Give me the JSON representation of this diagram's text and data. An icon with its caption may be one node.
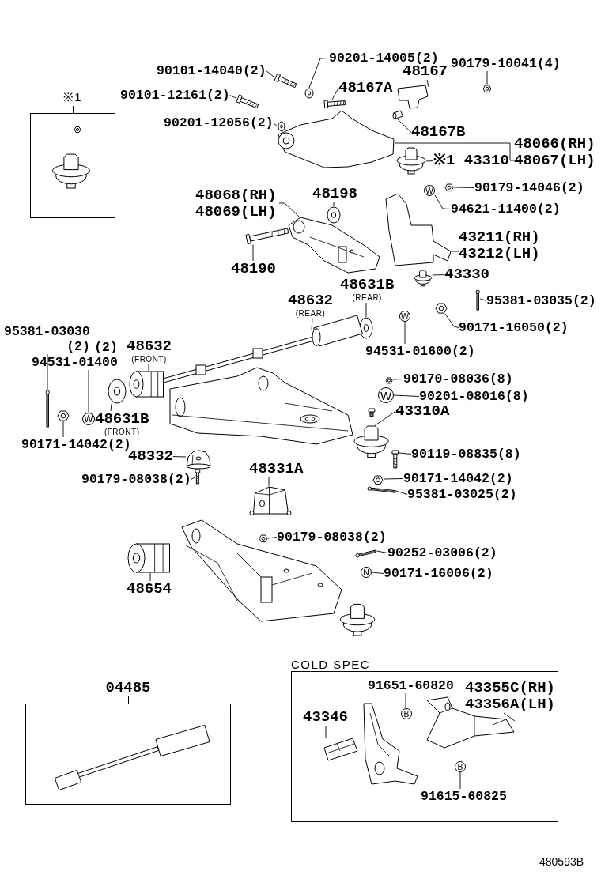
{
  "diagram": {
    "nodes": [
      {
        "text": [
          "※1"
        ]
      },
      {
        "text": [
          "90101-14040(2)"
        ]
      },
      {
        "text": [
          "90101-12161(2)"
        ]
      },
      {
        "text": [
          "90201-12056(2)"
        ]
      },
      {
        "text": [
          "90201-14005(2)"
        ]
      },
      {
        "text": [
          "90179-10041(4)"
        ]
      },
      {
        "text": [
          "48167"
        ]
      },
      {
        "text": [
          "48167A"
        ]
      },
      {
        "text": [
          "48167B"
        ]
      },
      {
        "text": [
          "48066(RH) 48067(LH)"
        ]
      },
      {
        "text": [
          "※1 43310"
        ]
      },
      {
        "text": [
          "90179-14046(2)"
        ]
      },
      {
        "text": [
          "94621-11400(2)"
        ]
      },
      {
        "text": [
          "48068(RH) 48069(LH)"
        ]
      },
      {
        "text": [
          "48198"
        ]
      },
      {
        "text": [
          "43211(RH) 43212(LH)"
        ]
      },
      {
        "text": [
          "48190"
        ]
      },
      {
        "text": [
          "43330"
        ]
      },
      {
        "text": [
          "48631B",
          "(REAR)"
        ]
      },
      {
        "text": [
          "48632",
          "(REAR)"
        ]
      },
      {
        "text": [
          "95381-03035(2)"
        ]
      },
      {
        "text": [
          "90171-16050(2)"
        ]
      },
      {
        "text": [
          "94531-01600(2)"
        ]
      },
      {
        "text": [
          "90170-08036(8)"
        ]
      },
      {
        "text": [
          "90201-08016(8)"
        ]
      },
      {
        "text": [
          "43310A"
        ]
      },
      {
        "text": [
          "90119-08835(8)"
        ]
      },
      {
        "text": [
          "90171-14042(2)"
        ]
      },
      {
        "text": [
          "95381-03025(2)"
        ]
      },
      {
        "text": [
          "(2)",
          "94531-01400"
        ]
      },
      {
        "text": [
          "48632",
          "(FRONT)"
        ]
      },
      {
        "text": [
          "95381-03030",
          "(2)"
        ]
      },
      {
        "text": [
          "48631B",
          "(FRONT)"
        ]
      },
      {
        "text": [
          "90171-14042(2)"
        ]
      },
      {
        "text": [
          "48332"
        ]
      },
      {
        "text": [
          "90179-08038(2)"
        ]
      },
      {
        "text": [
          "48331A"
        ]
      },
      {
        "text": [
          "90179-08038(2)"
        ]
      },
      {
        "text": [
          "90252-03006(2)"
        ]
      },
      {
        "text": [
          "90171-16006(2)"
        ]
      },
      {
        "text": [
          "48654"
        ]
      },
      {
        "text": [
          "04485"
        ]
      },
      {
        "text": [
          "COLD SPEC"
        ]
      },
      {
        "text": [
          "91651-60820"
        ],
        "in": 42
      },
      {
        "text": [
          "43355C(RH) 43356A(LH)"
        ],
        "in": 42
      },
      {
        "text": [
          "43346"
        ],
        "in": 42
      },
      {
        "text": [
          "91615-60825"
        ],
        "in": 42
      },
      {
        "text": [],
        "shape": "picture"
      },
      {
        "text": [],
        "shape": "picture"
      },
      {
        "text": [],
        "shape": "picture"
      },
      {
        "text": [],
        "shape": "picture"
      },
      {
        "text": [],
        "shape": "picture"
      },
      {
        "text": [],
        "shape": "picture"
      },
      {
        "text": [],
        "shape": "picture"
      },
      {
        "text": [],
        "shape": "picture"
      },
      {
        "text": [],
        "shape": "picture"
      },
      {
        "text": [],
        "shape": "picture"
      },
      {
        "text": [],
        "shape": "picture"
      },
      {
        "text": [
          "W"
        ]
      },
      {
        "text": [],
        "shape": "picture"
      },
      {
        "text": [],
        "shape": "picture"
      },
      {
        "text": [],
        "shape": "picture"
      },
      {
        "text": [],
        "shape": "picture"
      },
      {
        "text": [],
        "shape": "picture"
      },
      {
        "text": [],
        "shape": "picture"
      },
      {
        "text": [],
        "shape": "picture"
      },
      {
        "text": [],
        "shape": "picture"
      },
      {
        "text": [],
        "shape": "picture"
      },
      {
        "text": [
          "W"
        ]
      },
      {
        "text": [],
        "shape": "picture"
      },
      {
        "text": [
          "W"
        ]
      },
      {
        "text": [],
        "shape": "picture"
      },
      {
        "text": [],
        "shape": "picture"
      },
      {
        "text": [],
        "shape": "picture"
      },
      {
        "text": [],
        "shape": "picture"
      },
      {
        "text": [
          "W"
        ]
      },
      {
        "text": [],
        "shape": "picture"
      },
      {
        "text": [],
        "shape": "picture"
      },
      {
        "text": [],
        "shape": "picture"
      },
      {
        "text": [],
        "shape": "picture"
      },
      {
        "text": [],
        "shape": "picture"
      },
      {
        "text": [],
        "shape": "picture"
      },
      {
        "text": [],
        "shape": "picture"
      },
      {
        "text": [],
        "shape": "picture"
      },
      {
        "text": [],
        "shape": "picture"
      },
      {
        "text": [
          "N"
        ]
      },
      {
        "text": [],
        "shape": "picture"
      },
      {
        "text": [
          "B"
        ],
        "in": 42
      },
      {
        "text": [],
        "shape": "picture",
        "in": 42
      },
      {
        "text": [],
        "shape": "picture",
        "in": 42
      },
      {
        "text": [
          "B"
        ],
        "in": 42
      },
      {
        "text": [],
        "shape": "picture",
        "in": 42
      },
      {
        "text": [],
        "shape": "picture"
      }
    ],
    "edges": [
      {
        "from": 1,
        "to": 47,
        "arrow": "none"
      },
      {
        "from": 2,
        "to": 48,
        "arrow": "none"
      },
      {
        "from": 3,
        "to": 49,
        "arrow": "none"
      },
      {
        "from": 4,
        "to": 50,
        "arrow": "none"
      },
      {
        "from": 5,
        "to": 51,
        "arrow": "none"
      },
      {
        "from": 6,
        "to": 52,
        "arrow": "none"
      },
      {
        "from": 7,
        "to": 53,
        "arrow": "none"
      },
      {
        "from": 8,
        "to": 54,
        "arrow": "none"
      },
      {
        "from": 9,
        "to": 55,
        "arrow": "none"
      },
      {
        "from": 10,
        "to": 56,
        "arrow": "none"
      },
      {
        "from": 11,
        "to": 57,
        "arrow": "none"
      },
      {
        "from": 12,
        "to": 58,
        "arrow": "none"
      },
      {
        "from": 13,
        "to": 59,
        "arrow": "none"
      },
      {
        "from": 14,
        "to": 60,
        "arrow": "none"
      },
      {
        "from": 15,
        "to": 61,
        "arrow": "none"
      },
      {
        "from": 16,
        "to": 62,
        "arrow": "none"
      },
      {
        "from": 17,
        "to": 63,
        "arrow": "none"
      },
      {
        "from": 18,
        "to": 64,
        "arrow": "none"
      },
      {
        "from": 19,
        "to": 65,
        "arrow": "none"
      },
      {
        "from": 20,
        "to": 66,
        "arrow": "none"
      },
      {
        "from": 21,
        "to": 67,
        "arrow": "none"
      },
      {
        "from": 22,
        "to": 68,
        "arrow": "none"
      },
      {
        "from": 23,
        "to": 69,
        "arrow": "none"
      },
      {
        "from": 24,
        "to": 70,
        "arrow": "none"
      },
      {
        "from": 25,
        "to": 71,
        "arrow": "none"
      },
      {
        "from": 26,
        "to": 72,
        "arrow": "none"
      },
      {
        "from": 27,
        "to": 73,
        "arrow": "none"
      },
      {
        "from": 28,
        "to": 74,
        "arrow": "none"
      },
      {
        "from": 29,
        "to": 75,
        "arrow": "none"
      },
      {
        "from": 30,
        "to": 76,
        "arrow": "none"
      },
      {
        "from": 31,
        "to": 77,
        "arrow": "none"
      },
      {
        "from": 32,
        "to": 78,
        "arrow": "none"
      },
      {
        "from": 33,
        "to": 79,
        "arrow": "none"
      },
      {
        "from": 34,
        "to": 80,
        "arrow": "none"
      },
      {
        "from": 35,
        "to": 81,
        "arrow": "none"
      },
      {
        "from": 36,
        "to": 82,
        "arrow": "none"
      },
      {
        "from": 37,
        "to": 83,
        "arrow": "none"
      },
      {
        "from": 38,
        "to": 84,
        "arrow": "none"
      },
      {
        "from": 39,
        "to": 85,
        "arrow": "none"
      },
      {
        "from": 40,
        "to": 86,
        "arrow": "none"
      },
      {
        "from": 43,
        "to": 87,
        "arrow": "none"
      },
      {
        "from": 44,
        "to": 88,
        "arrow": "none"
      },
      {
        "from": 45,
        "to": 89,
        "arrow": "none"
      },
      {
        "from": 46,
        "to": 90,
        "arrow": "none"
      }
    ],
    "labels": [
      "480593B"
    ]
  }
}
